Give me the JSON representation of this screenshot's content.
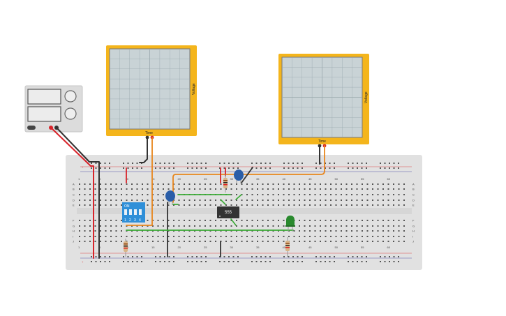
{
  "colors": {
    "breadboard": "#e1e1e1",
    "scope_frame": "#f4b51c",
    "scope_screen": "#c9d3d6",
    "wire_orange": "#e8861c",
    "wire_green": "#3aaa35",
    "wire_red": "#d8232a",
    "wire_black": "#333333",
    "led_green": "#2a8a2e",
    "capacitor_blue": "#2a5ea8",
    "dip_blue": "#2f8fd8",
    "chip_dark": "#333333"
  },
  "oscilloscope_1": {
    "x_axis_label": "Time",
    "y_axis_label": "Voltage"
  },
  "oscilloscope_2": {
    "x_axis_label": "Time",
    "y_axis_label": "Voltage"
  },
  "ic": {
    "label": "555"
  },
  "dip_switch": {
    "on_label": "ON",
    "numbers": [
      "1",
      "2",
      "3",
      "4"
    ]
  },
  "breadboard": {
    "column_numbers": [
      "1",
      "5",
      "10",
      "15",
      "20",
      "25",
      "30",
      "35",
      "40",
      "45",
      "50",
      "55",
      "60"
    ],
    "row_letters_top": [
      "A",
      "B",
      "C",
      "D",
      "E"
    ],
    "row_letters_bottom": [
      "F",
      "G",
      "H",
      "I",
      "J"
    ]
  },
  "power_supply": {
    "icon": "power-supply-icon"
  }
}
